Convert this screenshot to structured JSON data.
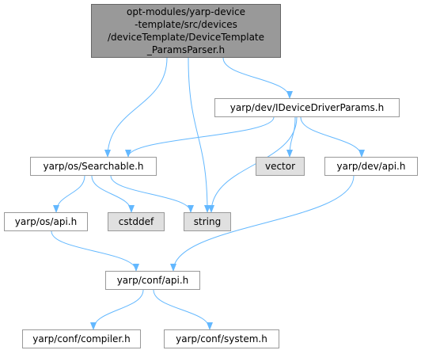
{
  "colors": {
    "edge": "#63b8ff",
    "node_border": "#999999",
    "root_fill": "#999999",
    "system_fill": "#e0e0e0"
  },
  "nodes": {
    "root": {
      "lines": [
        "opt-modules/yarp-device",
        "-template/src/devices",
        "/deviceTemplate/DeviceTemplate",
        "_ParamsParser.h"
      ]
    },
    "idevicedriverparams": {
      "label": "yarp/dev/IDeviceDriverParams.h"
    },
    "searchable": {
      "label": "yarp/os/Searchable.h"
    },
    "vector": {
      "label": "vector"
    },
    "dev_api": {
      "label": "yarp/dev/api.h"
    },
    "os_api": {
      "label": "yarp/os/api.h"
    },
    "cstddef": {
      "label": "cstddef"
    },
    "string": {
      "label": "string"
    },
    "conf_api": {
      "label": "yarp/conf/api.h"
    },
    "compiler": {
      "label": "yarp/conf/compiler.h"
    },
    "system": {
      "label": "yarp/conf/system.h"
    }
  },
  "edges": [
    {
      "from": "root",
      "to": "searchable"
    },
    {
      "from": "root",
      "to": "string"
    },
    {
      "from": "root",
      "to": "idevicedriverparams"
    },
    {
      "from": "idevicedriverparams",
      "to": "searchable"
    },
    {
      "from": "idevicedriverparams",
      "to": "string"
    },
    {
      "from": "idevicedriverparams",
      "to": "vector"
    },
    {
      "from": "idevicedriverparams",
      "to": "dev_api"
    },
    {
      "from": "searchable",
      "to": "os_api"
    },
    {
      "from": "searchable",
      "to": "cstddef"
    },
    {
      "from": "searchable",
      "to": "string"
    },
    {
      "from": "os_api",
      "to": "conf_api"
    },
    {
      "from": "dev_api",
      "to": "conf_api"
    },
    {
      "from": "conf_api",
      "to": "compiler"
    },
    {
      "from": "conf_api",
      "to": "system"
    }
  ]
}
